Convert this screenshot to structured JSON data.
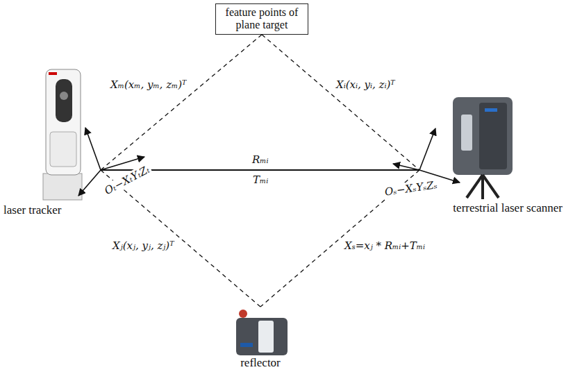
{
  "diagram": {
    "nodes": [
      {
        "text": [
          "feature points of plane target"
        ]
      },
      {
        "text": [
          "laser tracker"
        ]
      },
      {
        "text": [
          "terrestrial laser scanner"
        ]
      },
      {
        "text": [
          "reflector"
        ]
      }
    ],
    "edges": [
      {
        "from": 0,
        "to": 1,
        "arrow": "none",
        "label": "Xₘ(xₘ, yₘ, zₘ)ᵀ"
      },
      {
        "from": 0,
        "to": 2,
        "arrow": "none",
        "label": "Xᵢ(xᵢ, yᵢ, zᵢ)ᵀ"
      },
      {
        "from": 1,
        "to": 2,
        "arrow": "none",
        "label": "Rₘᵢ"
      },
      {
        "from": 1,
        "to": 3,
        "arrow": "none",
        "label": "Xⱼ(xⱼ, yⱼ, zⱼ)ᵀ"
      },
      {
        "from": 2,
        "to": 3,
        "arrow": "none",
        "label": "Xₛ=xⱼ * Rₘᵢ+Tₘᵢ"
      }
    ],
    "labels": [
      "Tₘᵢ",
      "Oₜ−XₜYₜZₜ",
      "Oₛ−XₛYₛZₛ"
    ]
  }
}
